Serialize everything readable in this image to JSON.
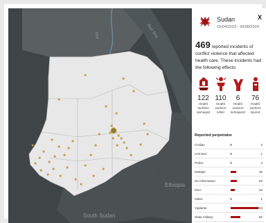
{
  "header": {
    "country": "Sudan",
    "date_range": "15/04/2023 - 30/08/2024",
    "close_label": "X"
  },
  "summary": {
    "count": "469",
    "text_part1": " reported incidents of conflict violence that affected health care. These incidents had the following effects:"
  },
  "stats": [
    {
      "value": "122",
      "label": "Health facilities damaged",
      "icon": "hospital-icon"
    },
    {
      "value": "110",
      "label": "Health workers killed",
      "icon": "health-worker-killed-icon"
    },
    {
      "value": "6",
      "label": "Health workers kidnapped",
      "icon": "health-worker-kidnapped-icon"
    },
    {
      "value": "76",
      "label": "Health workers injured",
      "icon": "health-worker-injured-icon"
    }
  ],
  "perpetrator_title": "Reported perpetrator",
  "perpetrators": [
    {
      "name": "Civilian",
      "count": "2",
      "share": 0.01
    },
    {
      "name": "Criminal",
      "count": "1",
      "share": 0.005
    },
    {
      "name": "Police",
      "count": "4",
      "share": 0.02
    },
    {
      "name": "Multiple",
      "count": "46",
      "share": 0.2
    },
    {
      "name": "No information",
      "count": "53",
      "share": 0.23
    },
    {
      "name": "NSA",
      "count": "34",
      "share": 0.15
    },
    {
      "name": "Other",
      "count": "1",
      "share": 0.005
    },
    {
      "name": "Vigilante",
      "count": "234",
      "share": 1.0
    },
    {
      "name": "State military",
      "count": "82",
      "share": 0.35
    }
  ],
  "map": {
    "labels": {
      "country": "Sudan",
      "south_sudan": "South Sudan",
      "ethiopia": "Ethiopia",
      "red_sea": "Red Sea",
      "nile": "Nile"
    },
    "colors": {
      "land": "#e8e8e8",
      "background": "#3f4447",
      "marker": "#d6a93b",
      "bar": "#a80d0d"
    }
  }
}
